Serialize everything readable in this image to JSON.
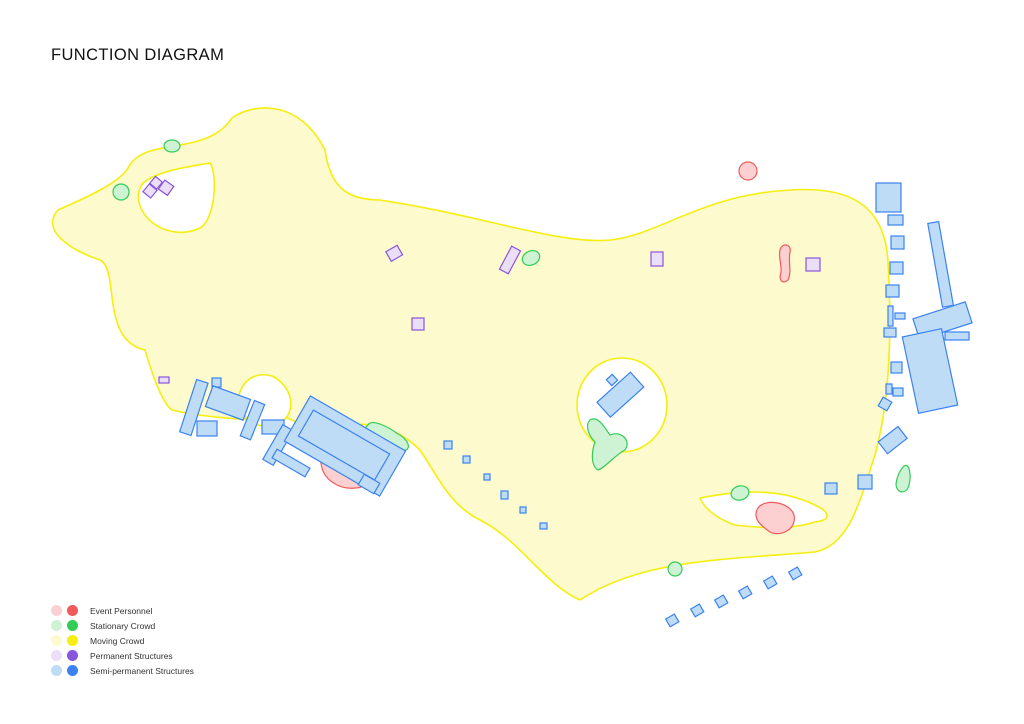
{
  "title": "FUNCTION DIAGRAM",
  "legend": [
    {
      "label": "Event Personnel",
      "light": "#fcd0d0",
      "strong": "#f05a5a",
      "icon": "event-personnel-swatch-icon"
    },
    {
      "label": "Stationary Crowd",
      "light": "#cdf2d4",
      "strong": "#33cc55",
      "icon": "stationary-crowd-swatch-icon"
    },
    {
      "label": "Moving Crowd",
      "light": "#fdfacd",
      "strong": "#f5ee10",
      "icon": "moving-crowd-swatch-icon"
    },
    {
      "label": "Permanent Structures",
      "light": "#ebdff7",
      "strong": "#8855dd",
      "icon": "permanent-structures-swatch-icon"
    },
    {
      "label": "Semi-permanent Structures",
      "light": "#bfdcf7",
      "strong": "#3b82f0",
      "icon": "semi-permanent-structures-swatch-icon"
    }
  ]
}
